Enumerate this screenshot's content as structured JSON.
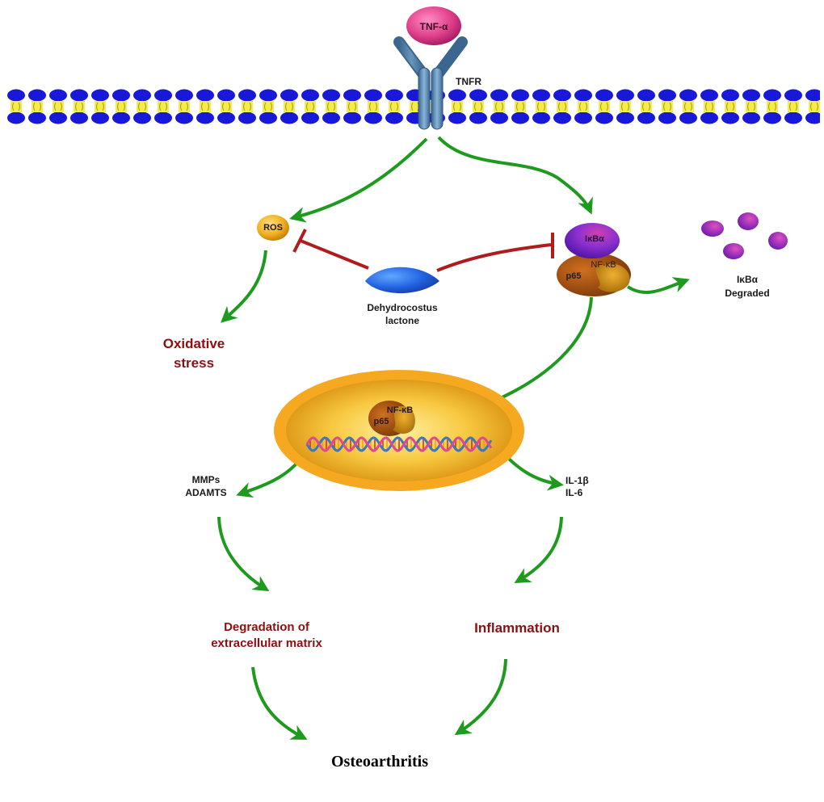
{
  "diagram": {
    "title": "Dehydrocostus lactone inhibits TNF-α induced ROS and NF-κB signaling in osteoarthritis",
    "colors": {
      "activation_arrow": "#1e9a1e",
      "inhibition_line": "#b01c1c",
      "outcome_text": "#8b1010",
      "membrane_head": "#1010d0",
      "membrane_tail": "#f0e840",
      "receptor": "#5a86b0",
      "tnf": "#e0408a",
      "ros": "#f0b020",
      "ikba": "#7a2ad0",
      "nfkb": "#b05a10",
      "drug": "#2060e0",
      "nucleus": "#f5a820"
    },
    "nodes": {
      "tnf": {
        "label": "TNF-α"
      },
      "receptor": {
        "label": "TNFR"
      },
      "ros": {
        "label": "ROS"
      },
      "drug": {
        "label_line1": "Dehydrocostus",
        "label_line2": "lactone"
      },
      "ikba_complex": {
        "ikba_label": "IκBα",
        "nfkb_label": "NF-κB",
        "p65_label": "p65"
      },
      "ikba_degraded": {
        "label_line1": "IκBα",
        "label_line2": "Degraded"
      },
      "oxidative_stress": {
        "label_line1": "Oxidative",
        "label_line2": "stress"
      },
      "nucleus_nfkb": {
        "nfkb_label": "NF-κB",
        "p65_label": "p65"
      },
      "mmps": {
        "label_line1": "MMPs",
        "label_line2": "ADAMTS"
      },
      "cytokines": {
        "label_line1": "IL-1β",
        "label_line2": "IL-6"
      },
      "ecm_degradation": {
        "label_line1": "Degradation of",
        "label_line2": "extracellular matrix"
      },
      "inflammation": {
        "label": "Inflammation"
      },
      "osteoarthritis": {
        "label": "Osteoarthritis"
      }
    },
    "edges": [
      {
        "from": "receptor",
        "to": "ros",
        "type": "activation"
      },
      {
        "from": "receptor",
        "to": "ikba_complex",
        "type": "activation"
      },
      {
        "from": "drug",
        "to": "ros",
        "type": "inhibition"
      },
      {
        "from": "drug",
        "to": "ikba_complex",
        "type": "inhibition"
      },
      {
        "from": "ros",
        "to": "oxidative_stress",
        "type": "activation"
      },
      {
        "from": "ikba_complex",
        "to": "ikba_degraded",
        "type": "activation"
      },
      {
        "from": "ikba_complex",
        "to": "nucleus_nfkb",
        "type": "activation"
      },
      {
        "from": "nucleus_nfkb",
        "to": "mmps",
        "type": "activation"
      },
      {
        "from": "nucleus_nfkb",
        "to": "cytokines",
        "type": "activation"
      },
      {
        "from": "mmps",
        "to": "ecm_degradation",
        "type": "activation"
      },
      {
        "from": "cytokines",
        "to": "inflammation",
        "type": "activation"
      },
      {
        "from": "ecm_degradation",
        "to": "osteoarthritis",
        "type": "activation"
      },
      {
        "from": "inflammation",
        "to": "osteoarthritis",
        "type": "activation"
      }
    ]
  }
}
